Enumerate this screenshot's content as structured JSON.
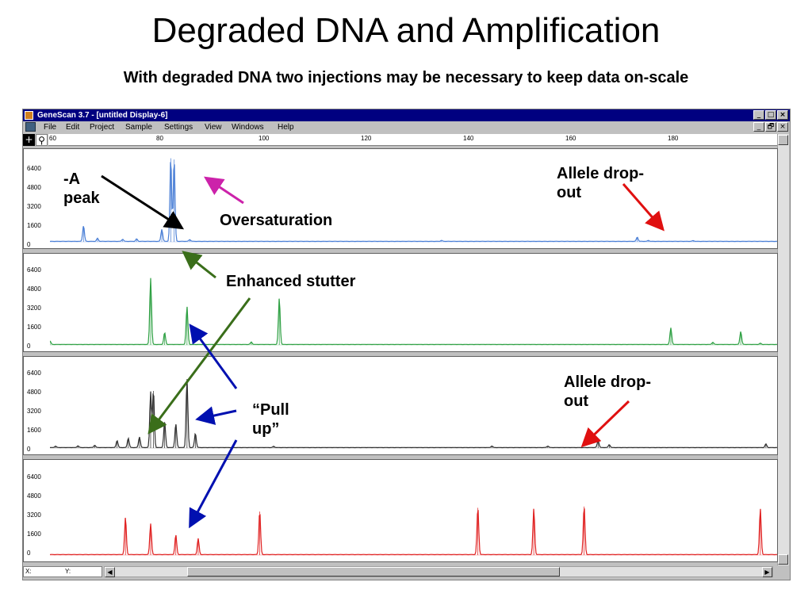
{
  "slide": {
    "title": "Degraded DNA and Amplification",
    "subtitle": "With degraded DNA two injections may be necessary to keep data on-scale"
  },
  "window": {
    "title": "GeneScan 3.7 - [untitled Display-6]",
    "controls": [
      "_",
      "□",
      "×"
    ],
    "mdi_controls": [
      "_",
      "🗗",
      "×"
    ]
  },
  "menu": [
    "File",
    "Edit",
    "Project",
    "Sample",
    "Settings",
    "View",
    "Windows",
    "Help"
  ],
  "ruler": {
    "ticks": [
      "60",
      "80",
      "100",
      "120",
      "140",
      "160",
      "180"
    ]
  },
  "y_ticks": [
    "6400",
    "4800",
    "3200",
    "1600",
    "0"
  ],
  "status": {
    "x_label": "X:",
    "y_label": "Y:",
    "left_arrow": "◀",
    "right_arrow": "▶"
  },
  "annotations": {
    "a_peak": [
      "-A",
      "peak"
    ],
    "oversaturation": "Oversaturation",
    "allele_dropout_1": [
      "Allele drop-",
      "out"
    ],
    "enhanced_stutter": "Enhanced stutter",
    "allele_dropout_2": [
      "Allele drop-",
      "out"
    ],
    "pull_up": [
      "“Pull",
      "up”"
    ]
  },
  "colors": {
    "blue_trace": "#4a7fd6",
    "green_trace": "#2ea043",
    "black_trace": "#303030",
    "red_trace": "#e02020",
    "arrow_black": "#000000",
    "arrow_magenta": "#cc22aa",
    "arrow_red": "#e01010",
    "arrow_green": "#3a6e1a",
    "arrow_blue": "#0010b0"
  },
  "chart_data": {
    "type": "line",
    "x_range": [
      60,
      190
    ],
    "y_range": [
      0,
      7200
    ],
    "tracks": [
      {
        "color": "blue",
        "peaks": [
          {
            "x": 66,
            "h": 1300
          },
          {
            "x": 68.5,
            "h": 250
          },
          {
            "x": 73,
            "h": 180
          },
          {
            "x": 75.5,
            "h": 200
          },
          {
            "x": 80,
            "h": 1000
          },
          {
            "x": 81.6,
            "h": 6900
          },
          {
            "x": 82.2,
            "h": 6800
          },
          {
            "x": 85,
            "h": 150
          },
          {
            "x": 130,
            "h": 80
          },
          {
            "x": 165,
            "h": 350
          },
          {
            "x": 167,
            "h": 80
          },
          {
            "x": 175,
            "h": 60
          }
        ]
      },
      {
        "color": "green",
        "peaks": [
          {
            "x": 60,
            "h": 300
          },
          {
            "x": 78,
            "h": 5600
          },
          {
            "x": 80.5,
            "h": 1000
          },
          {
            "x": 84.5,
            "h": 3200
          },
          {
            "x": 96,
            "h": 200
          },
          {
            "x": 101,
            "h": 3900
          },
          {
            "x": 171,
            "h": 1400
          },
          {
            "x": 178.5,
            "h": 180
          },
          {
            "x": 183.5,
            "h": 1100
          },
          {
            "x": 187,
            "h": 100
          }
        ]
      },
      {
        "color": "black",
        "peaks": [
          {
            "x": 61,
            "h": 120
          },
          {
            "x": 65,
            "h": 150
          },
          {
            "x": 68,
            "h": 200
          },
          {
            "x": 72,
            "h": 600
          },
          {
            "x": 74,
            "h": 800
          },
          {
            "x": 76,
            "h": 900
          },
          {
            "x": 78,
            "h": 4700
          },
          {
            "x": 78.5,
            "h": 4800
          },
          {
            "x": 80.5,
            "h": 2200
          },
          {
            "x": 82.5,
            "h": 2000
          },
          {
            "x": 84.5,
            "h": 5800
          },
          {
            "x": 86,
            "h": 1200
          },
          {
            "x": 100,
            "h": 100
          },
          {
            "x": 139,
            "h": 130
          },
          {
            "x": 149,
            "h": 130
          },
          {
            "x": 158,
            "h": 600
          },
          {
            "x": 160,
            "h": 250
          },
          {
            "x": 188,
            "h": 300
          }
        ]
      },
      {
        "color": "red",
        "peaks": [
          {
            "x": 73.5,
            "h": 3000
          },
          {
            "x": 78,
            "h": 2500
          },
          {
            "x": 82.5,
            "h": 1600
          },
          {
            "x": 86.5,
            "h": 1300
          },
          {
            "x": 97.5,
            "h": 3500
          },
          {
            "x": 136.5,
            "h": 3800
          },
          {
            "x": 146.5,
            "h": 3700
          },
          {
            "x": 155.5,
            "h": 3900
          },
          {
            "x": 187,
            "h": 3700
          }
        ]
      }
    ]
  }
}
